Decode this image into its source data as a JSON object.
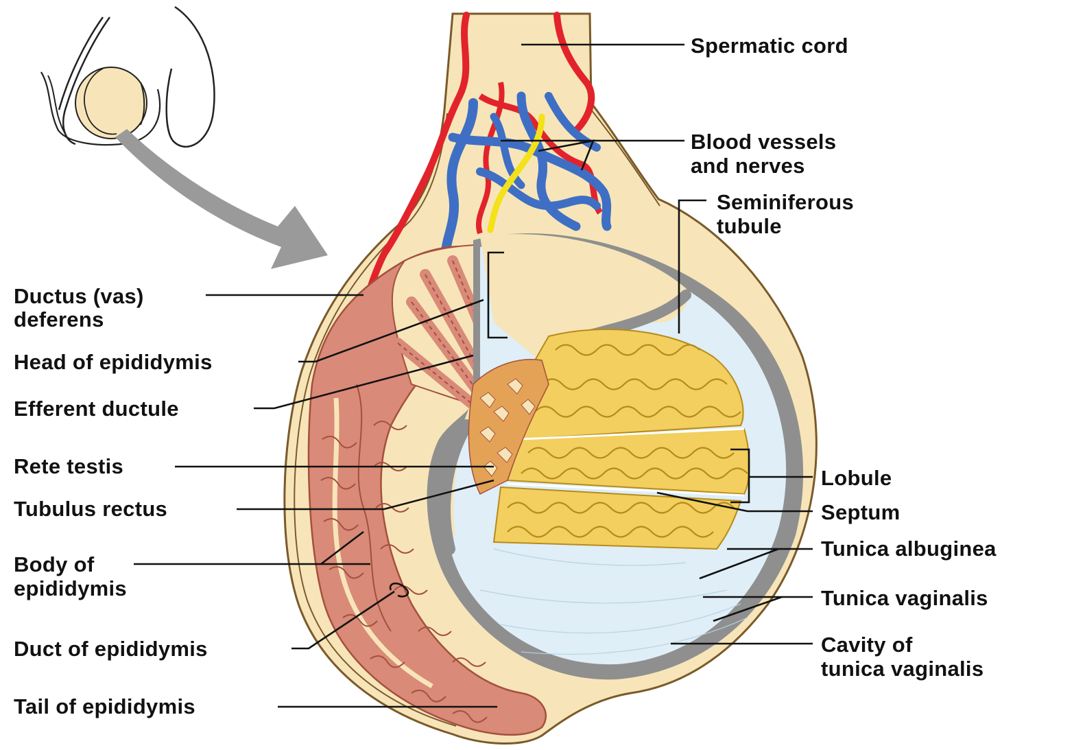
{
  "labels": {
    "spermatic_cord": "Spermatic cord",
    "blood_vessels_1": "Blood vessels",
    "blood_vessels_2": "and nerves",
    "seminiferous_1": "Seminiferous",
    "seminiferous_2": "tubule",
    "ductus_1": "Ductus (vas)",
    "ductus_2": "deferens",
    "head_epididymis": "Head of epididymis",
    "efferent_ductule": "Efferent ductule",
    "rete_testis": "Rete testis",
    "tubulus_rectus": "Tubulus rectus",
    "body_epididymis_1": "Body of",
    "body_epididymis_2": "epididymis",
    "duct_epididymis": "Duct of epididymis",
    "tail_epididymis": "Tail of epididymis",
    "lobule": "Lobule",
    "septum": "Septum",
    "tunica_albuginea": "Tunica albuginea",
    "tunica_vaginalis": "Tunica vaginalis",
    "cavity_1": "Cavity of",
    "cavity_2": "tunica vaginalis"
  },
  "colors": {
    "skin": "#f7e5b9",
    "outline": "#7a5a2a",
    "epididymis": "#d98a78",
    "epididymis_dark": "#a4503e",
    "artery": "#e2232b",
    "vein": "#3f6fc4",
    "nerve": "#f3e11a",
    "tubule": "#f2cf5e",
    "tubule_dark": "#b78b1a",
    "albuginea": "#8f8f8f",
    "cavity": "#dfeef7",
    "arrow": "#9a9a9a",
    "rete": "#e3a256"
  }
}
